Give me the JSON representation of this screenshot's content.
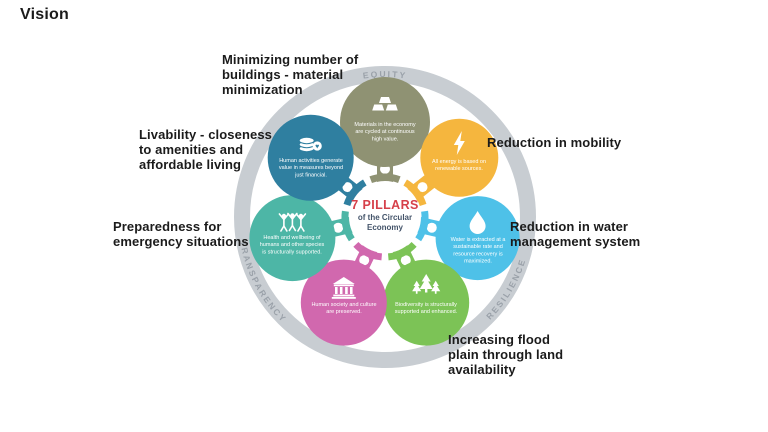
{
  "page": {
    "title": "Vision",
    "background": "#ffffff"
  },
  "diagram": {
    "center": {
      "title": "7 PILLARS",
      "subtitle": "of the Circular\nEconomy",
      "title_color": "#d6404a",
      "subtitle_color": "#44546a"
    },
    "ring": {
      "color": "#c8cdd2",
      "label_color": "#9aa1a9",
      "labels": {
        "top": "EQUITY",
        "right": "RESILIENCE",
        "left": "TRANSPARENCY"
      }
    },
    "pillars": [
      {
        "id": "materials",
        "icon": "gold-bars-icon",
        "color": "#8f9273",
        "caption": "Materials in the economy are cycled at continuous high value."
      },
      {
        "id": "energy",
        "icon": "lightning-icon",
        "color": "#f5b63e",
        "caption": "All energy is based on renewable sources."
      },
      {
        "id": "water",
        "icon": "water-drop-icon",
        "color": "#4ec1e8",
        "caption": "Water is extracted at a sustainable rate and resource recovery is maximized."
      },
      {
        "id": "biodiversity",
        "icon": "trees-icon",
        "color": "#7cc356",
        "caption": "Biodiversity is structurally supported and enhanced."
      },
      {
        "id": "society",
        "icon": "bank-icon",
        "color": "#d168ae",
        "caption": "Human society and culture are preserved."
      },
      {
        "id": "health",
        "icon": "people-icon",
        "color": "#4db6a6",
        "caption": "Health and wellbeing of humans and other species is structurally supported."
      },
      {
        "id": "value",
        "icon": "coins-heart-icon",
        "color": "#2f7fa0",
        "caption": "Human activities generate value in measures beyond just financial."
      }
    ],
    "annotations": [
      {
        "id": "buildings",
        "text": "Minimizing number of\nbuildings - material\nminimization"
      },
      {
        "id": "mobility",
        "text": "Reduction in mobility"
      },
      {
        "id": "livability",
        "text": "Livability - closeness\nto amenities and\naffordable living"
      },
      {
        "id": "preparedness",
        "text": "Preparedness for\nemergency situations"
      },
      {
        "id": "water-management",
        "text": "Reduction in water\nmanagement system"
      },
      {
        "id": "flood-plain",
        "text": "Increasing flood\nplain through land\navailability"
      }
    ]
  }
}
